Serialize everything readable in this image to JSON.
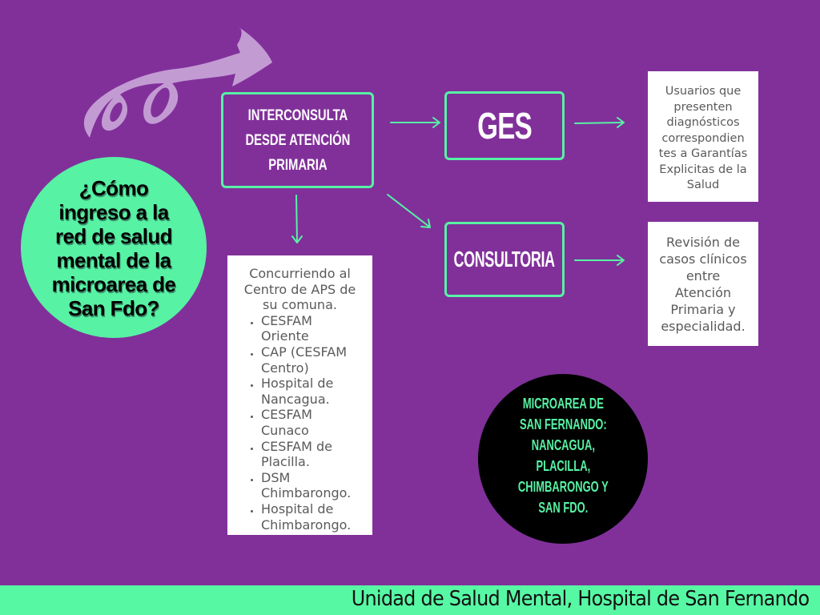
{
  "question": {
    "lines": [
      "¿Cómo",
      "ingreso a la",
      "red de  salud",
      "mental de la",
      "microarea de",
      "San Fdo?"
    ]
  },
  "interconsulta": {
    "lines": [
      "INTERCONSULTA",
      "DESDE ATENCIÓN",
      "PRIMARIA"
    ]
  },
  "ges": {
    "label": "GES",
    "description_lines": [
      "Usuarios que",
      "presenten",
      "diagnósticos",
      "correspondien",
      "tes  a Garantías",
      "Explicitas de la",
      "Salud"
    ]
  },
  "consultoria": {
    "label": "CONSULTORIA",
    "description_lines": [
      "Revisión de",
      "casos clínicos",
      "entre",
      "Atención",
      "Primaria y",
      "especialidad."
    ]
  },
  "aps": {
    "intro_lines": [
      "Concurriendo al",
      "Centro de APS de",
      "su comuna."
    ],
    "items": [
      [
        "CESFAM",
        "Oriente"
      ],
      [
        "CAP (CESFAM",
        "Centro)"
      ],
      [
        "Hospital de",
        "Nancagua."
      ],
      [
        "CESFAM",
        "Cunaco"
      ],
      [
        "CESFAM de",
        "Placilla."
      ],
      [
        "DSM",
        "Chimbarongo."
      ],
      [
        "Hospital de",
        "Chimbarongo."
      ]
    ]
  },
  "microarea": {
    "lines": [
      "MICROAREA DE",
      "SAN FERNANDO:",
      "NANCAGUA,",
      "PLACILLA,",
      "CHIMBARONGO Y",
      "SAN FDO."
    ]
  },
  "footer": {
    "text": "Unidad de Salud Mental, Hospital de San Fernando"
  },
  "colors": {
    "background": "#81309a",
    "accent_green": "#57f2a4",
    "swirl_arrow": "#c39bd3",
    "microarea_circle": "#000000"
  }
}
